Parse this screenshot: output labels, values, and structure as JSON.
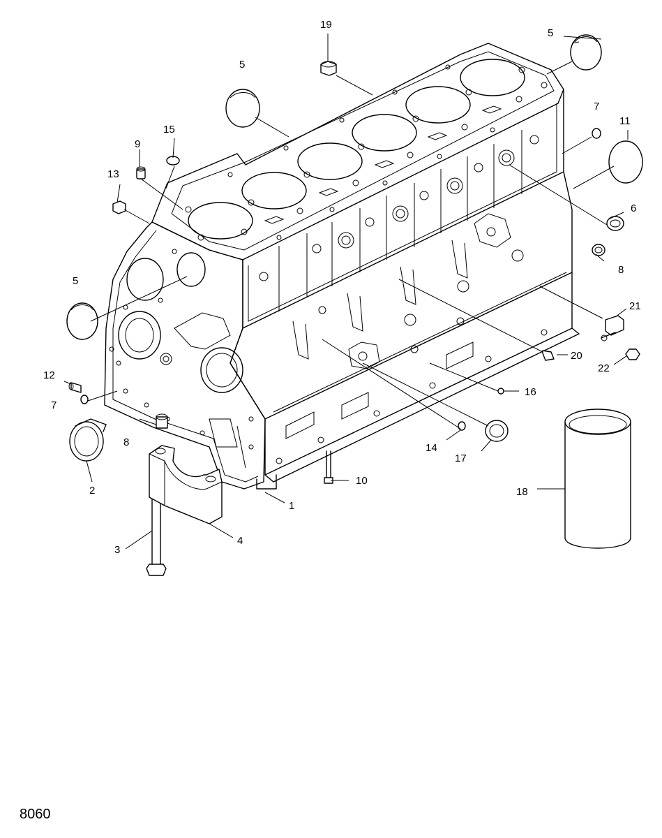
{
  "figure_number": "8060",
  "callouts": [
    {
      "id": "c1",
      "label": "1"
    },
    {
      "id": "c2",
      "label": "2"
    },
    {
      "id": "c3",
      "label": "3"
    },
    {
      "id": "c4",
      "label": "4"
    },
    {
      "id": "c5a",
      "label": "5"
    },
    {
      "id": "c5b",
      "label": "5"
    },
    {
      "id": "c5c",
      "label": "5"
    },
    {
      "id": "c6",
      "label": "6"
    },
    {
      "id": "c7a",
      "label": "7"
    },
    {
      "id": "c7b",
      "label": "7"
    },
    {
      "id": "c8a",
      "label": "8"
    },
    {
      "id": "c8b",
      "label": "8"
    },
    {
      "id": "c9",
      "label": "9"
    },
    {
      "id": "c10",
      "label": "10"
    },
    {
      "id": "c11",
      "label": "11"
    },
    {
      "id": "c12",
      "label": "12"
    },
    {
      "id": "c13",
      "label": "13"
    },
    {
      "id": "c14",
      "label": "14"
    },
    {
      "id": "c15",
      "label": "15"
    },
    {
      "id": "c16",
      "label": "16"
    },
    {
      "id": "c17",
      "label": "17"
    },
    {
      "id": "c18",
      "label": "18"
    },
    {
      "id": "c19",
      "label": "19"
    },
    {
      "id": "c20",
      "label": "20"
    },
    {
      "id": "c21",
      "label": "21"
    },
    {
      "id": "c22",
      "label": "22"
    }
  ]
}
